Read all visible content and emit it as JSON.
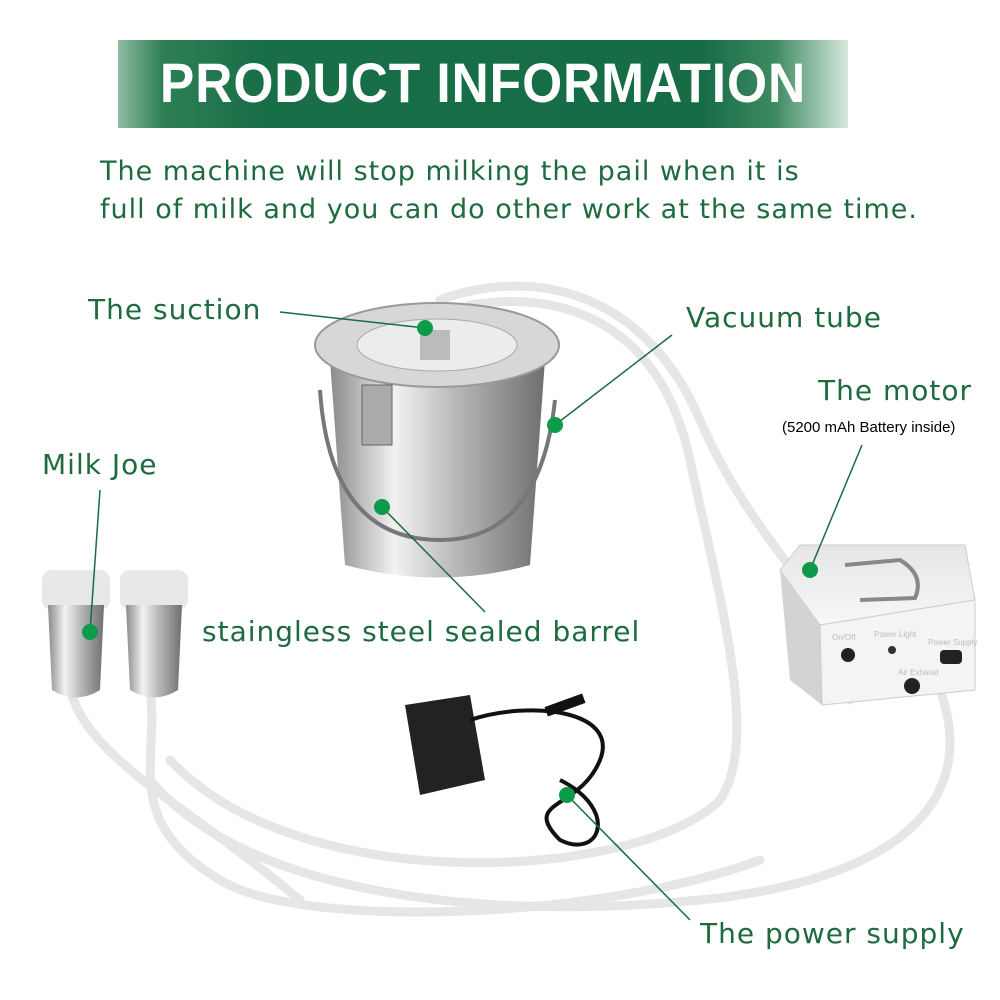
{
  "header": {
    "title": "PRODUCT INFORMATION"
  },
  "description": {
    "line1": "The machine will stop milking the pail when it is",
    "line2": "full of milk and you can do other work at the same time."
  },
  "callouts": {
    "suction": "The suction",
    "vacuum_tube": "Vacuum tube",
    "motor": "The motor",
    "motor_note": "(5200 mAh Battery inside)",
    "milk_joe": "Milk Joe",
    "barrel": "staingless steel sealed barrel",
    "power_supply": "The power supply"
  },
  "motor_panel": {
    "switch": "On/Off",
    "light": "Power Light",
    "supply": "Power Supply",
    "exhaust": "Air Exhaust"
  },
  "colors": {
    "accent": "#1d6b3e",
    "dot": "#0d9a4a",
    "banner": "#166c45"
  }
}
